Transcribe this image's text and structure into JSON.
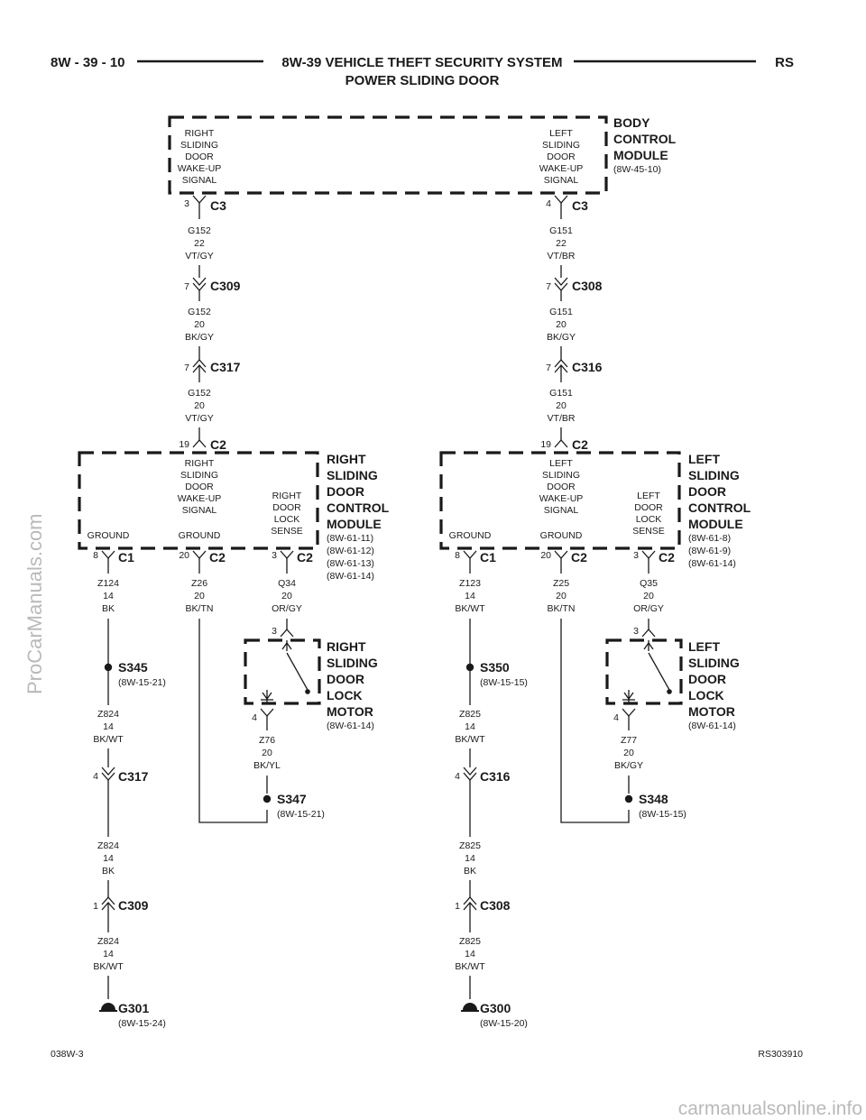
{
  "header": {
    "page_number": "8W - 39 - 10",
    "title": "8W-39 VEHICLE THEFT SECURITY SYSTEM",
    "subtitle": "POWER SLIDING DOOR",
    "code": "RS"
  },
  "footer": {
    "left": "038W-3",
    "right": "RS303910"
  },
  "watermarks": {
    "side": "ProCarManuals.com",
    "bottom": "carmanualsonline.info"
  },
  "bcm": {
    "name": [
      "BODY",
      "CONTROL",
      "MODULE"
    ],
    "ref": "(8W-45-10)",
    "right_label": [
      "RIGHT",
      "SLIDING",
      "DOOR",
      "WAKE-UP",
      "SIGNAL"
    ],
    "left_label": [
      "LEFT",
      "SLIDING",
      "DOOR",
      "WAKE-UP",
      "SIGNAL"
    ]
  },
  "right": {
    "bcm_conn": {
      "pin": "3",
      "name": "C3"
    },
    "wire1": [
      "G152",
      "22",
      "VT/GY"
    ],
    "c1": {
      "pin": "7",
      "name": "C309"
    },
    "wire2": [
      "G152",
      "20",
      "BK/GY"
    ],
    "c2": {
      "pin": "7",
      "name": "C317"
    },
    "wire3": [
      "G152",
      "20",
      "VT/GY"
    ],
    "mod_conn": {
      "pin": "19",
      "name": "C2"
    },
    "module_name": [
      "RIGHT",
      "SLIDING",
      "DOOR",
      "CONTROL",
      "MODULE"
    ],
    "module_refs": [
      "(8W-61-11)",
      "(8W-61-12)",
      "(8W-61-13)",
      "(8W-61-14)"
    ],
    "wake_label": [
      "RIGHT",
      "SLIDING",
      "DOOR",
      "WAKE-UP",
      "SIGNAL"
    ],
    "lock_label": [
      "RIGHT",
      "DOOR",
      "LOCK",
      "SENSE"
    ],
    "ground_a": "GROUND",
    "ground_b": "GROUND",
    "p_gnd": {
      "pin": "8",
      "name": "C1"
    },
    "p_gnd2": {
      "pin": "20",
      "name": "C2"
    },
    "p_lock": {
      "pin": "3",
      "name": "C2"
    },
    "w_gnd": [
      "Z124",
      "14",
      "BK"
    ],
    "w_gnd2": [
      "Z26",
      "20",
      "BK/TN"
    ],
    "w_lock": [
      "Q34",
      "20",
      "OR/GY"
    ],
    "splice1": {
      "name": "S345",
      "ref": "(8W-15-21)"
    },
    "motor_pin_top": "3",
    "motor_pin_bot": "4",
    "motor_name": [
      "RIGHT",
      "SLIDING",
      "DOOR",
      "LOCK",
      "MOTOR"
    ],
    "motor_ref": "(8W-61-14)",
    "w_motor": [
      "Z76",
      "20",
      "BK/YL"
    ],
    "splice2": {
      "name": "S347",
      "ref": "(8W-15-21)"
    },
    "w4": [
      "Z824",
      "14",
      "BK/WT"
    ],
    "c3": {
      "pin": "4",
      "name": "C317"
    },
    "w5": [
      "Z824",
      "14",
      "BK"
    ],
    "c4": {
      "pin": "1",
      "name": "C309"
    },
    "w6": [
      "Z824",
      "14",
      "BK/WT"
    ],
    "ground": {
      "name": "G301",
      "ref": "(8W-15-24)"
    }
  },
  "left": {
    "bcm_conn": {
      "pin": "4",
      "name": "C3"
    },
    "wire1": [
      "G151",
      "22",
      "VT/BR"
    ],
    "c1": {
      "pin": "7",
      "name": "C308"
    },
    "wire2": [
      "G151",
      "20",
      "BK/GY"
    ],
    "c2": {
      "pin": "7",
      "name": "C316"
    },
    "wire3": [
      "G151",
      "20",
      "VT/BR"
    ],
    "mod_conn": {
      "pin": "19",
      "name": "C2"
    },
    "module_name": [
      "LEFT",
      "SLIDING",
      "DOOR",
      "CONTROL",
      "MODULE"
    ],
    "module_refs": [
      "(8W-61-8)",
      "(8W-61-9)",
      "(8W-61-14)"
    ],
    "wake_label": [
      "LEFT",
      "SLIDING",
      "DOOR",
      "WAKE-UP",
      "SIGNAL"
    ],
    "lock_label": [
      "LEFT",
      "DOOR",
      "LOCK",
      "SENSE"
    ],
    "ground_a": "GROUND",
    "ground_b": "GROUND",
    "p_gnd": {
      "pin": "8",
      "name": "C1"
    },
    "p_gnd2": {
      "pin": "20",
      "name": "C2"
    },
    "p_lock": {
      "pin": "3",
      "name": "C2"
    },
    "w_gnd": [
      "Z123",
      "14",
      "BK/WT"
    ],
    "w_gnd2": [
      "Z25",
      "20",
      "BK/TN"
    ],
    "w_lock": [
      "Q35",
      "20",
      "OR/GY"
    ],
    "splice1": {
      "name": "S350",
      "ref": "(8W-15-15)"
    },
    "motor_pin_top": "3",
    "motor_pin_bot": "4",
    "motor_name": [
      "LEFT",
      "SLIDING",
      "DOOR",
      "LOCK",
      "MOTOR"
    ],
    "motor_ref": "(8W-61-14)",
    "w_motor": [
      "Z77",
      "20",
      "BK/GY"
    ],
    "splice2": {
      "name": "S348",
      "ref": "(8W-15-15)"
    },
    "w4": [
      "Z825",
      "14",
      "BK/WT"
    ],
    "c3": {
      "pin": "4",
      "name": "C316"
    },
    "w5": [
      "Z825",
      "14",
      "BK"
    ],
    "c4": {
      "pin": "1",
      "name": "C308"
    },
    "w6": [
      "Z825",
      "14",
      "BK/WT"
    ],
    "ground": {
      "name": "G300",
      "ref": "(8W-15-20)"
    }
  }
}
